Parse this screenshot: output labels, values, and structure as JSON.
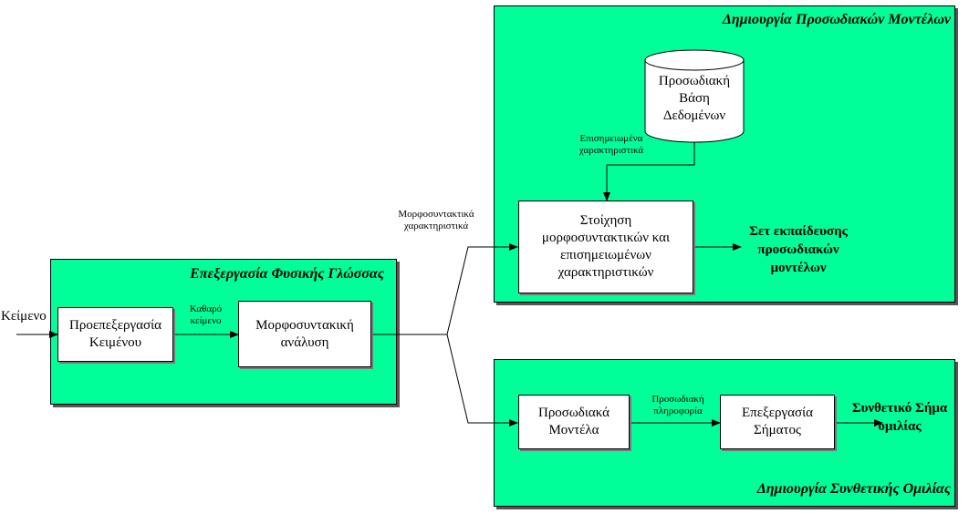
{
  "input_label": "Κείμενο",
  "nlp": {
    "title": "Επεξεργασία Φυσικής Γλώσσας",
    "preprocess": "Προεπεξεργασία\nΚειμένου",
    "clean_text": "Καθαρό\nκείμενο",
    "morph": "Μορφοσυντακική\nανάλυση"
  },
  "morph_features": "Μορφοσυντακτικά\nχαρακτηριστικά",
  "prosodic_models": {
    "title": "Δημιουργία Προσωδιακών Μοντέλων",
    "database": "Προσωδιακή\nΒάση\nΔεδομένων",
    "annotated_features": "Επισημειωμένα\nχαρακτηριστικά",
    "alignment": "Στοίχηση\nμορφοσυντακτικών και\nεπισημειωμένων\nχαρακτηριστικών",
    "output": "Σετ εκπαίδευσης\nπροσωδιακών\nμοντέλων"
  },
  "synthesis": {
    "title": "Δημιουργία Συνθετικής Ομιλίας",
    "models": "Προσωδιακά\nΜοντέλα",
    "prosodic_info": "Προσωδιακή\nπληροφορία",
    "signal": "Επεξεργασία\nΣήματος",
    "output": "Συνθετικό Σήμα\nομιλίας"
  }
}
